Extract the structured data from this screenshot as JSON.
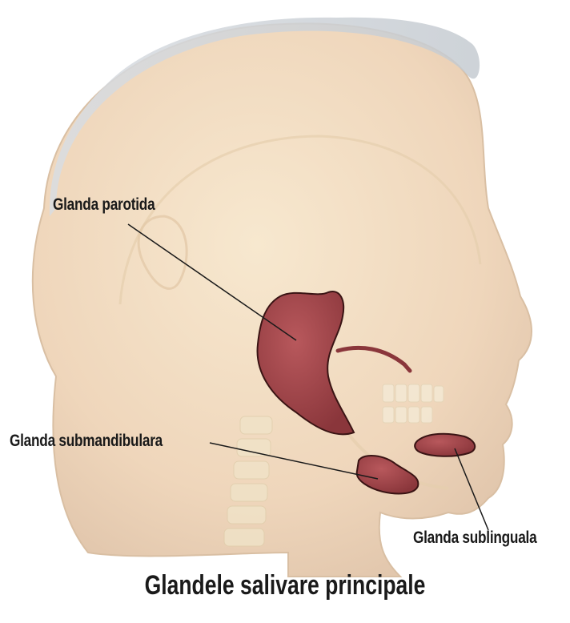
{
  "labels": {
    "parotid": "Glanda parotida",
    "submandibular": "Glanda submandibulara",
    "sublingual": "Glanda sublinguala"
  },
  "caption": "Glandele salivare principale",
  "colors": {
    "skin": "#f3dfc4",
    "skin_shadow": "#e8cfb3",
    "gland": "#a0454a",
    "gland_edge": "#3a1414",
    "leader_line": "#1a1a1a",
    "hair": "#c9ced3"
  }
}
